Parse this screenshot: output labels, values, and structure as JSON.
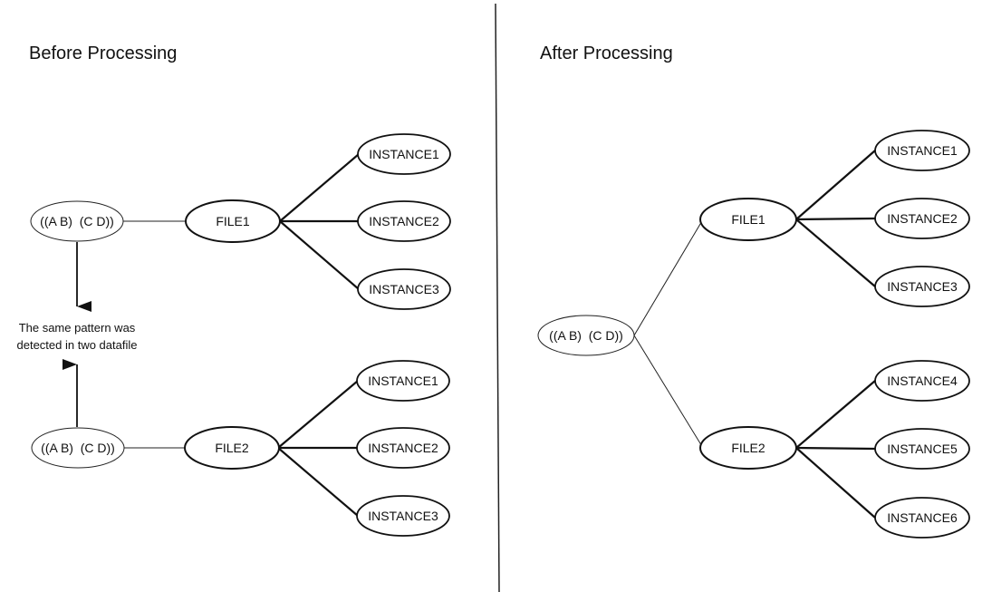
{
  "panels": {
    "before": {
      "title": "Before Processing",
      "note": "The same pattern was detected in two datafile",
      "groups": [
        {
          "pattern": "((A B)  (C D))",
          "file": "FILE1",
          "instances": [
            "INSTANCE1",
            "INSTANCE2",
            "INSTANCE3"
          ]
        },
        {
          "pattern": "((A B)  (C D))",
          "file": "FILE2",
          "instances": [
            "INSTANCE1",
            "INSTANCE2",
            "INSTANCE3"
          ]
        }
      ]
    },
    "after": {
      "title": "After Processing",
      "pattern": "((A B)  (C D))",
      "files": [
        {
          "file": "FILE1",
          "instances": [
            "INSTANCE1",
            "INSTANCE2",
            "INSTANCE3"
          ]
        },
        {
          "file": "FILE2",
          "instances": [
            "INSTANCE4",
            "INSTANCE5",
            "INSTANCE6"
          ]
        }
      ]
    }
  }
}
